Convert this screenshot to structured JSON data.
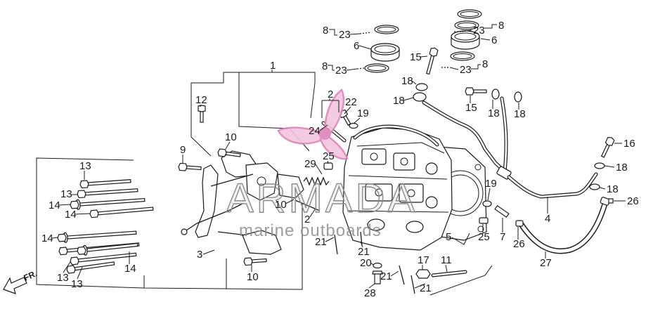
{
  "diagram": {
    "callouts": [
      "8",
      "23",
      "6",
      "8",
      "23",
      "1",
      "2",
      "22",
      "19",
      "24",
      "25",
      "29",
      "2",
      "10",
      "12",
      "10",
      "9",
      "13",
      "13",
      "14",
      "14",
      "14",
      "13",
      "13",
      "14",
      "3",
      "10",
      "21",
      "21",
      "20",
      "28",
      "21",
      "21",
      "17",
      "11",
      "5",
      "25",
      "7",
      "26",
      "27",
      "4",
      "19",
      "26",
      "18",
      "18",
      "16",
      "15",
      "18",
      "18",
      "18",
      "18",
      "15",
      "23",
      "8",
      "6",
      "23",
      "8"
    ],
    "direction_label": "FR.",
    "watermark": {
      "brand": "ARMADA",
      "tagline": "marine outboards"
    }
  },
  "colors": {
    "line": "#1a1a1a",
    "background": "#ffffff",
    "watermark_pink": "#dd85b8",
    "watermark_pink_fill": "#f4c6df",
    "watermark_text": "#8c8c8c"
  }
}
